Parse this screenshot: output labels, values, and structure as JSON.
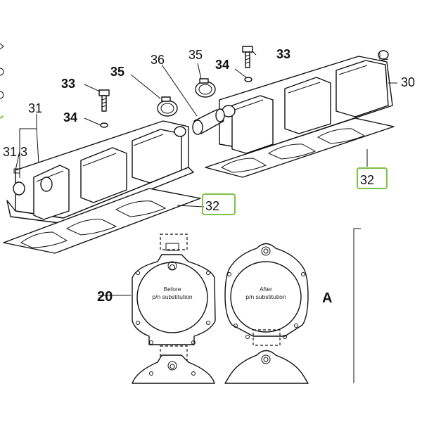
{
  "callouts": {
    "c30": "30",
    "c31": "31",
    "c31_3": "31.3",
    "c32_left": "32",
    "c32_right": "32",
    "c33_left": "33",
    "c33_right": "33",
    "c34_left": "34",
    "c34_right": "34",
    "c35_left": "35",
    "c35_right": "35",
    "c36": "36",
    "c20": "20",
    "cA": "A"
  },
  "gaskets": {
    "before_line1": "Before",
    "before_line2": "p/n substitution",
    "after_line1": "After",
    "after_line2": "p/n substitution"
  },
  "colors": {
    "highlight": "#7dc242",
    "line": "#111111"
  }
}
